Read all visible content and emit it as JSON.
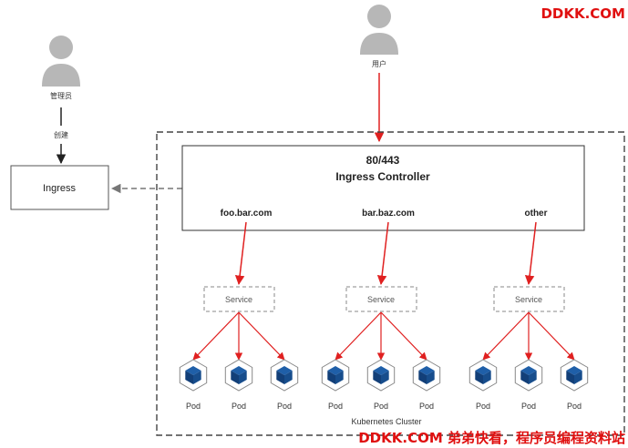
{
  "watermark_top": "DDKK.COM",
  "watermark_bottom": "DDKK.COM 弟弟快看，程序员编程资料站",
  "admin": {
    "label": "管理员"
  },
  "user": {
    "label": "用户"
  },
  "create_label": "创建",
  "ingress": {
    "label": "Ingress"
  },
  "controller": {
    "port": "80/443",
    "title": "Ingress Controller"
  },
  "routes": [
    {
      "host": "foo.bar.com",
      "service": "Service",
      "pods": [
        "Pod",
        "Pod",
        "Pod"
      ]
    },
    {
      "host": "bar.baz.com",
      "service": "Service",
      "pods": [
        "Pod",
        "Pod",
        "Pod"
      ]
    },
    {
      "host": "other",
      "service": "Service",
      "pods": [
        "Pod",
        "Pod",
        "Pod"
      ]
    }
  ],
  "cluster": {
    "label": "Kubernetes Cluster"
  },
  "colors": {
    "arrow": "#e02020",
    "cube": "#1f5fa8",
    "cube_dark": "#123f78"
  }
}
